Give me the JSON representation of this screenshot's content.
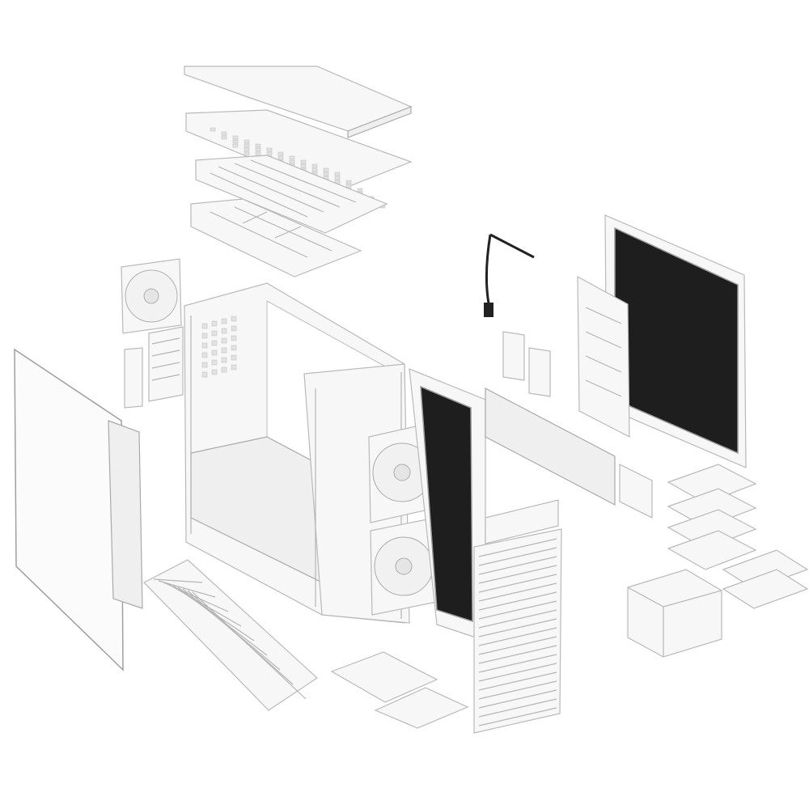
{
  "image": {
    "subject": "exploded-view-pc-case",
    "colors": {
      "background": "#ffffff",
      "panel": "#f7f7f7",
      "edge": "#b9b9b9",
      "acoustic_foam": "#1e1e1e"
    },
    "visible_components": [
      "top-cover",
      "top-filter",
      "top-mesh-panel",
      "top-bracket",
      "rear-fan",
      "pci-brackets",
      "side-glass-panel",
      "chassis-frame",
      "front-fans",
      "front-door-with-foam",
      "cable-harness",
      "ssd-brackets",
      "right-side-panel-foam",
      "psu-shroud-cover",
      "bottom-dust-filter",
      "front-bezel-mesh",
      "hdd-trays",
      "hdd-cage",
      "drive-blank-covers"
    ]
  }
}
